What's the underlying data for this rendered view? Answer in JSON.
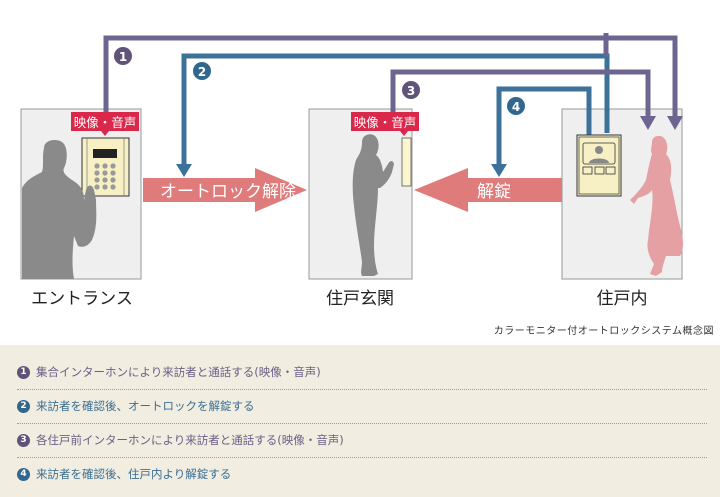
{
  "diagram": {
    "title": "カラーモニター付オートロックシステム概念図",
    "rooms": [
      {
        "id": "entrance",
        "label": "エントランス"
      },
      {
        "id": "front-door",
        "label": "住戸玄関"
      },
      {
        "id": "inside",
        "label": "住戸内"
      }
    ],
    "tags": {
      "entrance": "映像・音声",
      "front_door": "映像・音声"
    },
    "arrows": {
      "autolock_release": "オートロック解除",
      "unlock": "解錠"
    },
    "step_badges": [
      "1",
      "2",
      "3",
      "4"
    ],
    "colors": {
      "purple": "#6e6490",
      "blue": "#3c7299",
      "pink_arrow": "#e07b7b",
      "tag_red": "#d9284a",
      "room_bg": "#efefef",
      "figure_gray": "#8a8a8a",
      "figure_pink": "#e5a0a3",
      "legend_bg": "#f1ede0"
    }
  },
  "legend": {
    "items": [
      {
        "num": "1",
        "text": "集合インターホンにより来訪者と通話する(映像・音声)",
        "color": "purple"
      },
      {
        "num": "2",
        "text": "来訪者を確認後、オートロックを解錠する",
        "color": "blue"
      },
      {
        "num": "3",
        "text": "各住戸前インターホンにより来訪者と通話する(映像・音声)",
        "color": "purple"
      },
      {
        "num": "4",
        "text": "来訪者を確認後、住戸内より解錠する",
        "color": "blue"
      }
    ]
  }
}
